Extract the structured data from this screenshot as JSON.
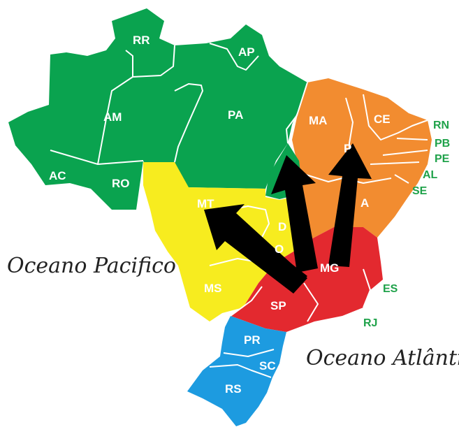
{
  "colors": {
    "north": "#0aa34f",
    "northeast": "#f28c30",
    "center_west": "#f7ec1f",
    "southeast": "#e3292f",
    "south": "#1d9be0",
    "arrow": "#000000",
    "coast_label": "#1fa24a"
  },
  "states": {
    "RR": "RR",
    "AP": "AP",
    "AM": "AM",
    "PA": "PA",
    "AC": "AC",
    "RO": "RO",
    "MA": "MA",
    "CE": "CE",
    "RN": "RN",
    "PB": "PB",
    "PE": "PE",
    "AL": "AL",
    "SE": "SE",
    "PI": "P",
    "BA": "A",
    "MT": "MT",
    "DF": "D",
    "GO": "O",
    "MS": "MS",
    "MG": "MG",
    "ES": "ES",
    "SP": "SP",
    "RJ": "RJ",
    "PR": "PR",
    "SC": "SC",
    "RS": "RS"
  },
  "oceans": {
    "pacific": "Oceano Pacifico",
    "atlantic": "Oceano Atlântico"
  }
}
